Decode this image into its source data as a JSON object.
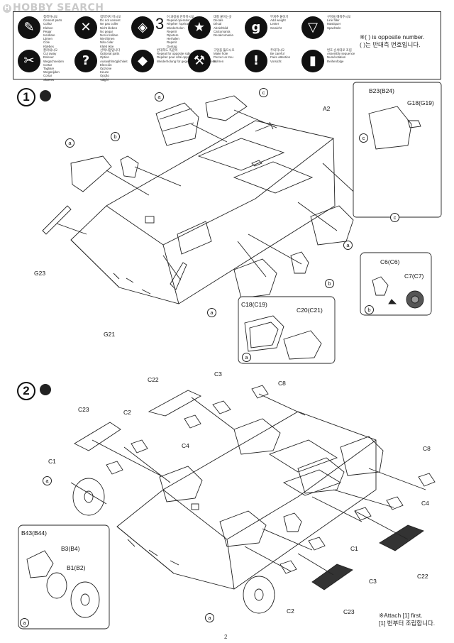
{
  "watermark": {
    "brand": "HOBBY SEARCH",
    "logo_glyph": "H"
  },
  "legend": [
    {
      "icon": "cement-icon",
      "text": "접착하시오\nCement parts\nCollez\nKleben\nPegar\nIncollare\nLijmen\nCole\nKlæbes"
    },
    {
      "icon": "do-not-cement-icon",
      "text": "접착하지 마시오\nDo not cement\nNe pas coller\nNicht kleben\nNo pegar\nNon incollare\nNiet lijmen\nNão colar\nKlæb ikke"
    },
    {
      "icon": "repeat-icon",
      "text": "이 과정을 반복하시오\nRepeat operation\nRépéter l'opération\nWiederholen\nRepetir\nRipetere\nHerhalen\nRepetir\nGentag"
    },
    {
      "icon": "decal-icon",
      "text": "데칼 붙이는곳\nDecals\nDécal\nAbziehbild\nCalcomanía\nDecalcomania"
    },
    {
      "icon": "add-weight-icon",
      "text": "무게추 붙이기\nAdd weight\nLester\nGewicht"
    },
    {
      "icon": "line-filler-icon",
      "text": "구멍을 메워주시오\nLine filler\nMastiquer\nSpachteln"
    },
    {
      "icon": "cut-icon",
      "text": "잘라내시오\nCut away\nEnlever\nWegschneiden\nCortar\nTagliare\nWegsnijden\nCortar\nSkæres"
    },
    {
      "icon": "optional-icon",
      "text": "선택사항입니다\nOptional parts\nOption\nAuswahlmöglichkeit\nElección\nOpzione\nKeuze\nOpção\nValgfri"
    },
    {
      "icon": "opposite-side-icon",
      "text": "반대쪽도 똑같이\nRepeat for opposite side\nRépéter pour côté opposé\nWiederholung für gegenüberliegende Seite"
    },
    {
      "icon": "make-hole-icon",
      "text": "구멍을 뚫으시오\nMake hole\nPercer un trou\nBohren"
    },
    {
      "icon": "attention-icon",
      "text": "주의하시오\nBe careful\nFaire attention\nVorsicht"
    },
    {
      "icon": "numbering-icon",
      "text": "번호 순서대로 조립\nAssembly sequence\nNumérotation\nReihenfolge"
    }
  ],
  "legend_number": "3",
  "note": {
    "en": "※( ) is opposite number.",
    "ko": "( )는 반대측 번호입니다."
  },
  "step1": {
    "number": "1"
  },
  "step2": {
    "number": "2"
  },
  "labels1": {
    "a2": "A2",
    "b23": "B23(B24)",
    "g18": "G18(G19)",
    "g23": "G23",
    "g21": "G21",
    "c6": "C6(C6)",
    "c7": "C7(C7)",
    "c18": "C18(C19)",
    "c20": "C20(C21)"
  },
  "circles1": {
    "a": "a",
    "b": "b",
    "c": "c"
  },
  "labels2": {
    "c22": "C22",
    "c3": "C3",
    "c8": "C8",
    "c23": "C23",
    "c2": "C2",
    "c4": "C4",
    "c1": "C1",
    "c8r": "C8",
    "c4r": "C4",
    "c1r": "C1",
    "c3r": "C3",
    "c22r": "C22",
    "c2b": "C2",
    "c23b": "C23",
    "b43": "B43(B44)",
    "b3": "B3(B4)",
    "b1": "B1(B2)"
  },
  "box_nums": {
    "one": "1",
    "two": "2"
  },
  "attach": {
    "en": "※Attach [1] first.",
    "ko": "[1] 번부터 조립합니다."
  },
  "page_number": "2"
}
